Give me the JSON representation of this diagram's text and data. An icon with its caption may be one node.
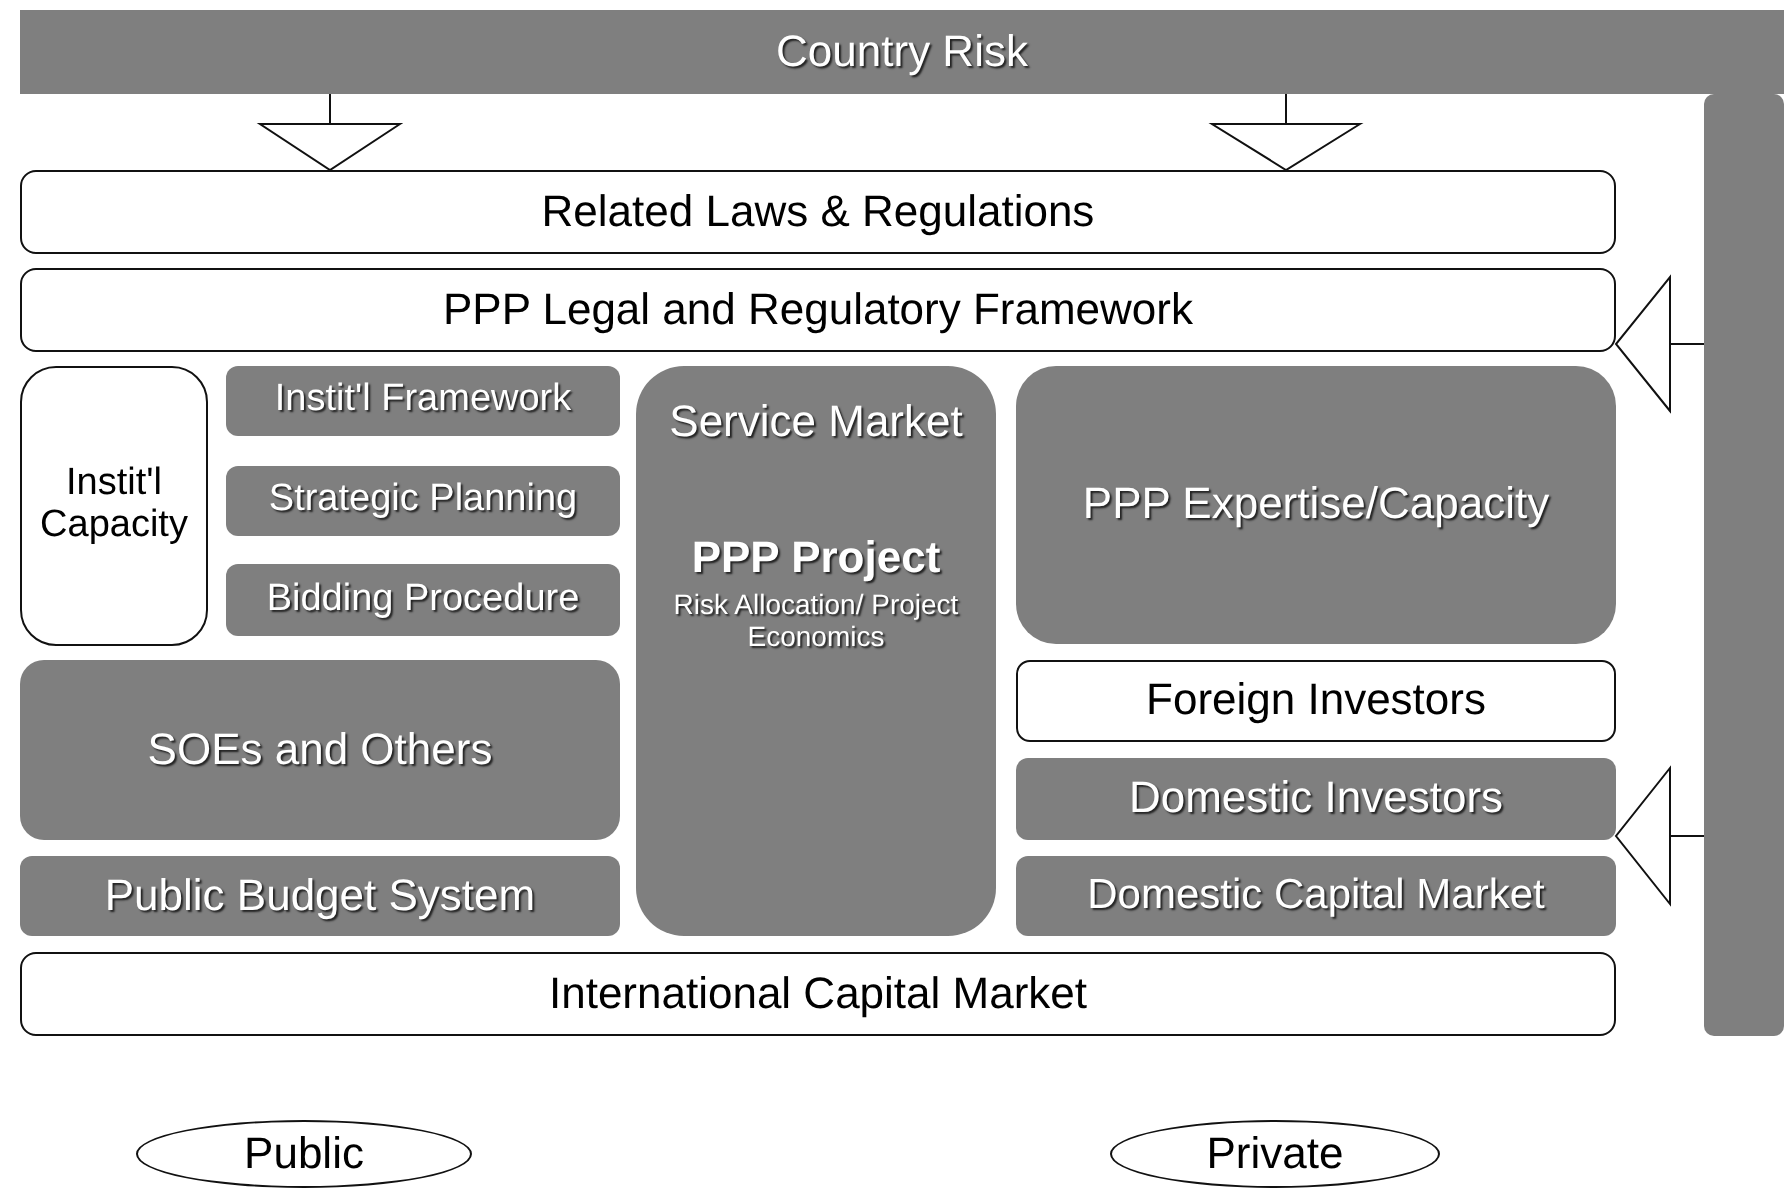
{
  "diagram": {
    "nodes": [
      {
        "text": [
          "Country Risk"
        ]
      },
      {
        "text": [
          "Related Laws & Regulations"
        ]
      },
      {
        "text": [
          "PPP Legal and Regulatory Framework"
        ]
      },
      {
        "text": [
          "Instit'l Capacity"
        ]
      },
      {
        "text": [
          "Instit'l Framework"
        ]
      },
      {
        "text": [
          "Strategic Planning"
        ]
      },
      {
        "text": [
          "Bidding Procedure"
        ]
      },
      {
        "text": [
          "Service Market",
          "PPP Project",
          "Risk Allocation/ Project Economics"
        ]
      },
      {
        "text": [
          "PPP Expertise/Capacity"
        ]
      },
      {
        "text": [
          "SOEs and Others"
        ]
      },
      {
        "text": [
          "Foreign Investors"
        ]
      },
      {
        "text": [
          "Domestic Investors"
        ]
      },
      {
        "text": [
          "Public Budget System"
        ]
      },
      {
        "text": [
          "Domestic Capital Market"
        ]
      },
      {
        "text": [
          "International Capital Market"
        ]
      },
      {
        "text": [
          "Public"
        ]
      },
      {
        "text": [
          "Private"
        ]
      },
      {
        "text": [],
        "shape": "bar"
      }
    ],
    "edges": [
      {
        "from": 0,
        "to": 1,
        "arrow": "to"
      },
      {
        "from": 0,
        "to": 1,
        "arrow": "to"
      },
      {
        "from": 17,
        "to": 2,
        "arrow": "to"
      },
      {
        "from": 17,
        "to": 11,
        "arrow": "to"
      }
    ]
  }
}
